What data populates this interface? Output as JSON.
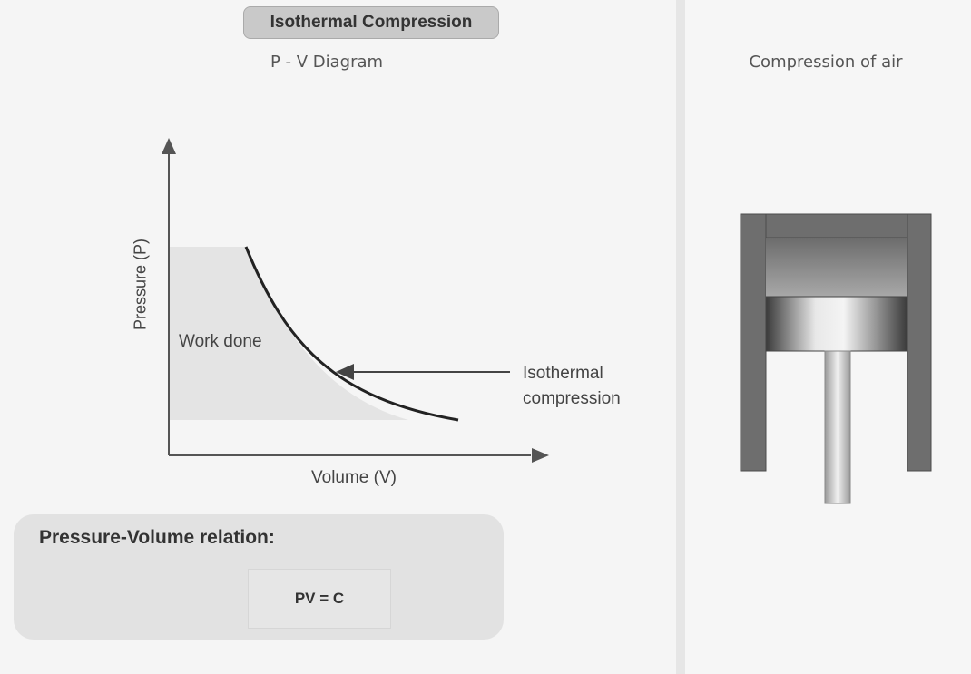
{
  "header": {
    "title": "Isothermal Compression"
  },
  "left_panel": {
    "subtitle": "P - V Diagram"
  },
  "right_panel": {
    "subtitle": "Compression of air"
  },
  "diagram": {
    "ylabel": "Pressure (P)",
    "xlabel": "Volume (V)",
    "area_label": "Work done",
    "curve_label_line1": "Isothermal",
    "curve_label_line2": "compression",
    "colors": {
      "axis": "#555555",
      "curve": "#222222",
      "area": "#e4e4e4",
      "pointer": "#444444"
    }
  },
  "relation": {
    "heading": "Pressure-Volume relation:",
    "formula": "PV = C"
  },
  "piston": {
    "colors": {
      "cylinder": "#6e6e6e",
      "gas": "#8f8f8f",
      "piston_head": "#d8d8d8",
      "rod": "#cccccc"
    }
  }
}
